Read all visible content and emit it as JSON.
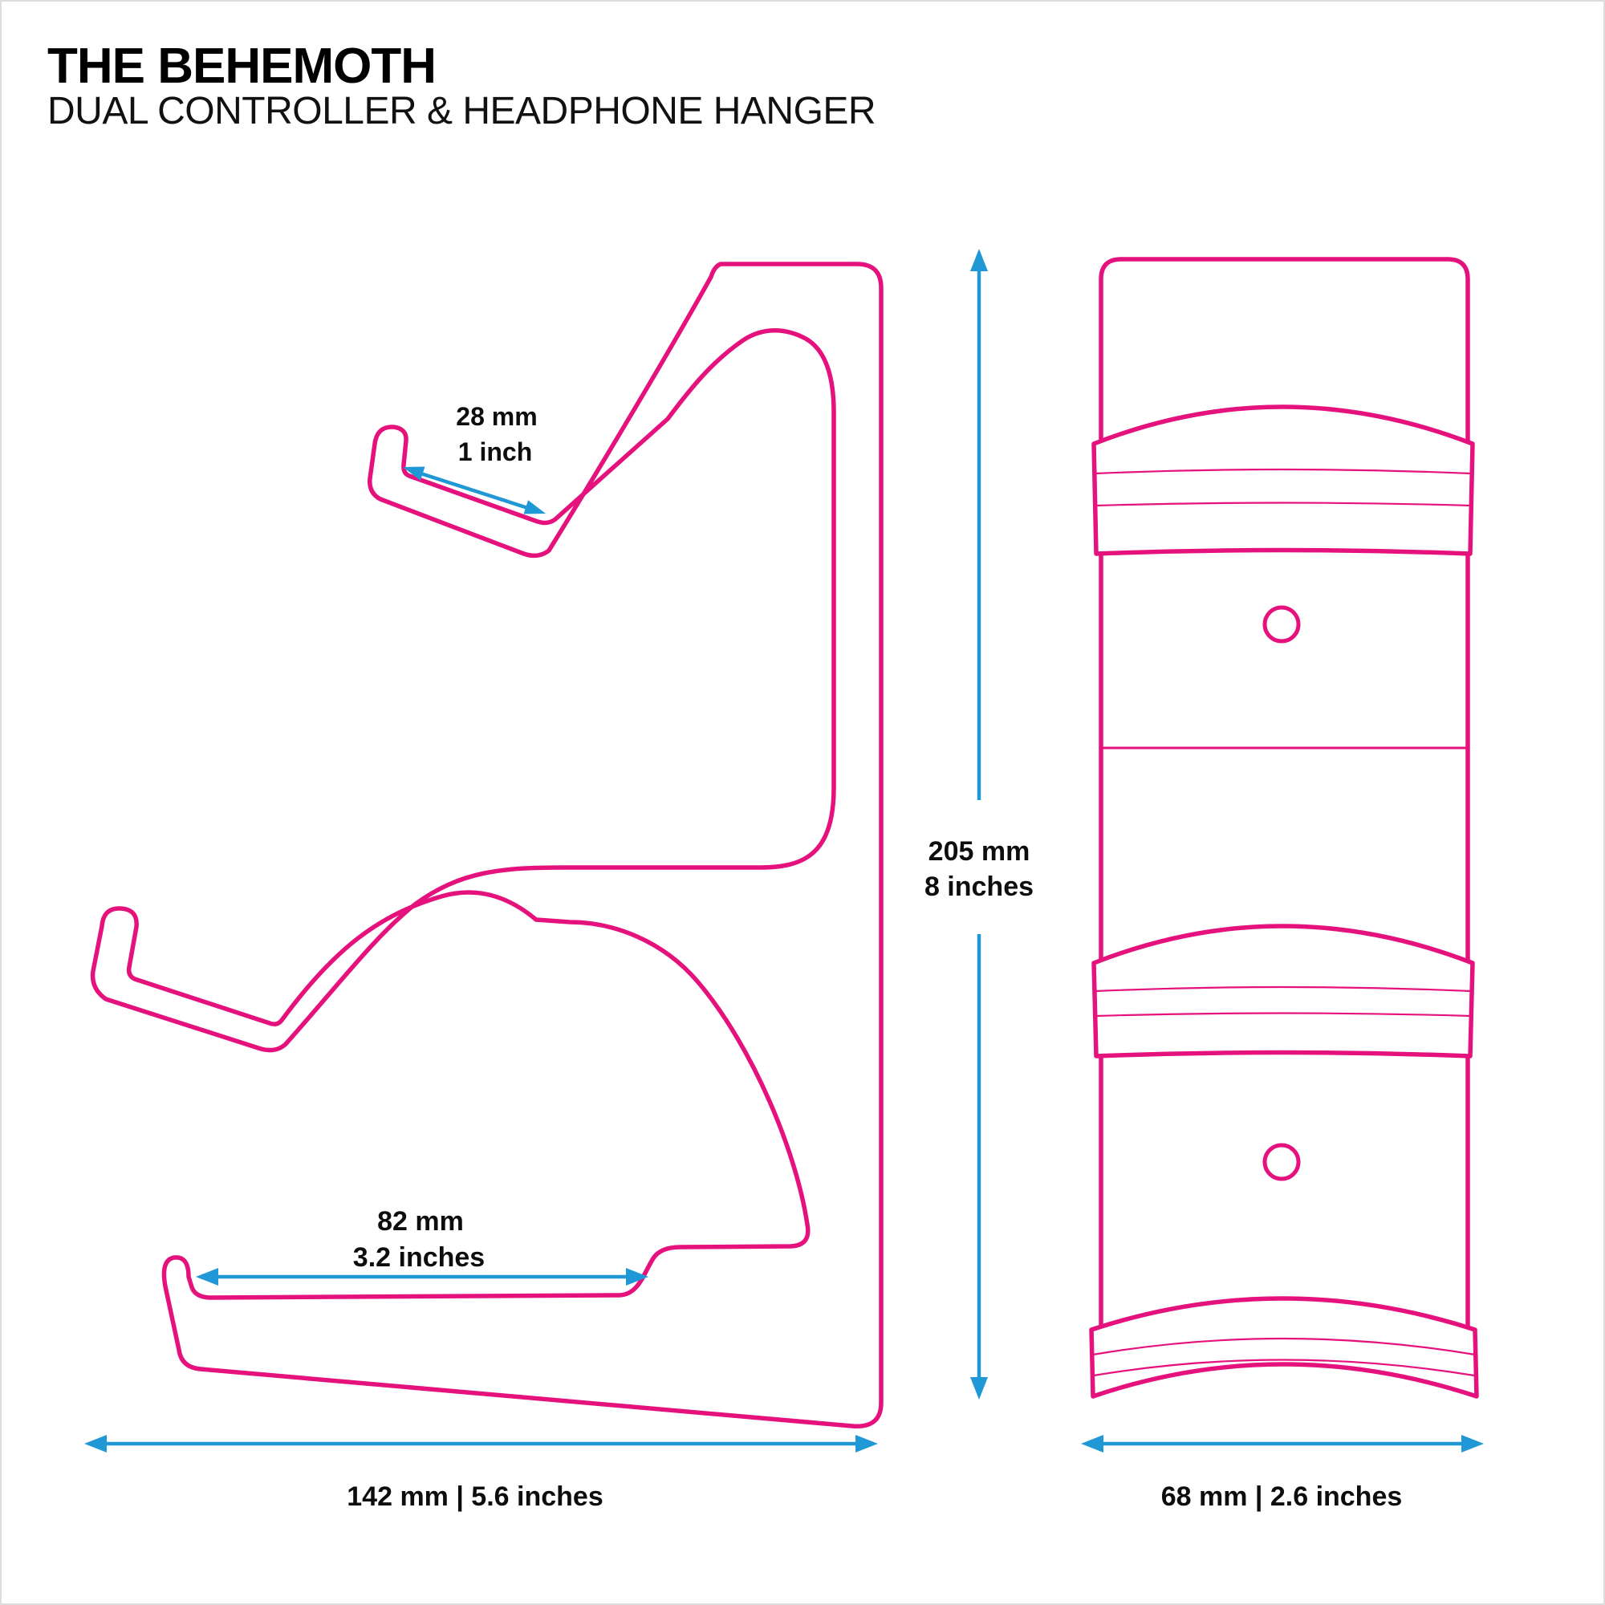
{
  "header": {
    "title": "THE BEHEMOTH",
    "subtitle": "DUAL CONTROLLER & HEADPHONE HANGER"
  },
  "views": {
    "side_profile": "side profile of hanger with two controller hooks and headphone arch",
    "front": "front view of wall plate with three cradle bands and two screw holes"
  },
  "dimensions": {
    "hook_depth": {
      "line1": "28 mm",
      "line2": "1 inch"
    },
    "shelf_depth": {
      "line1": "82 mm",
      "line2": "3.2 inches"
    },
    "height": {
      "line1": "205 mm",
      "line2": "8 inches"
    },
    "overall_depth": {
      "label": "142 mm | 5.6 inches"
    },
    "width": {
      "label": "68 mm | 2.6 inches"
    }
  },
  "colors": {
    "outline_pink": "#E5127D",
    "dimension_cyan": "#2098D6",
    "text_black": "#0d0d0d",
    "background": "#ffffff"
  }
}
